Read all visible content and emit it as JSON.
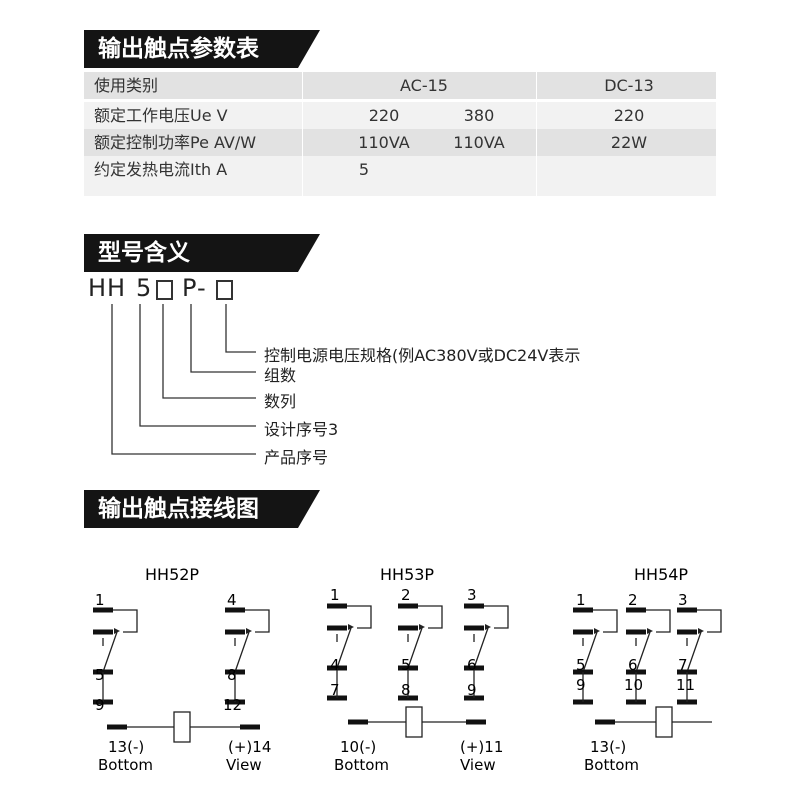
{
  "sections": {
    "output_params_title": "输出触点参数表",
    "model_meaning_title": "型号含义",
    "wiring_title": "输出触点接线图"
  },
  "table": {
    "rows": [
      {
        "label": "使用类别",
        "ac": "AC-15",
        "dc": "DC-13"
      },
      {
        "label": "额定工作电压Ue V",
        "ac220": "220",
        "ac380": "380",
        "dc": "220"
      },
      {
        "label": "额定控制功率Pe AV/W",
        "ac220": "110VA",
        "ac380": "110VA",
        "dc": "22W"
      },
      {
        "label": "约定发热电流Ith  A",
        "ac220": "5"
      }
    ]
  },
  "model": {
    "p1": "HH",
    "p2": "5",
    "p3": "P-",
    "labels": [
      "控制电源电压规格(例AC380V或DC24V表示",
      "组数",
      "数列",
      "设计序号3",
      "产品序号"
    ]
  },
  "wiring": {
    "diagrams": [
      {
        "title": "HH52P",
        "pins": [
          "1",
          "5",
          "9",
          "4",
          "8",
          "12"
        ],
        "coil_left": "13(-)",
        "coil_right": "(+)14",
        "bottom": "Bottom",
        "view": "View"
      },
      {
        "title": "HH53P",
        "pins": [
          "1",
          "4",
          "7",
          "2",
          "5",
          "8",
          "3",
          "6",
          "9"
        ],
        "coil_left": "10(-)",
        "coil_right": "(+)11",
        "bottom": "Bottom",
        "view": "View"
      },
      {
        "title": "HH54P",
        "pins": [
          "1",
          "5",
          "9",
          "2",
          "6",
          "10",
          "3",
          "7",
          "11"
        ],
        "coil_left": "13(-)",
        "bottom": "Bottom"
      }
    ]
  }
}
